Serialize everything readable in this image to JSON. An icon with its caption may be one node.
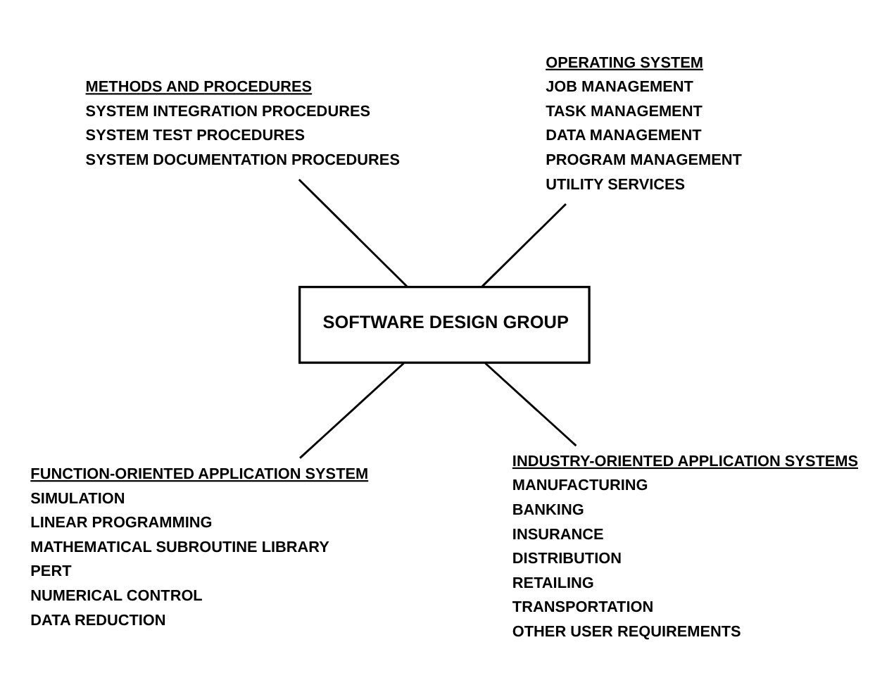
{
  "diagram": {
    "nodes": [
      {
        "text": [
          "SOFTWARE DESIGN GROUP"
        ]
      },
      {
        "text": [
          "METHODS AND PROCEDURES",
          "SYSTEM INTEGRATION PROCEDURES",
          "SYSTEM TEST PROCEDURES",
          "SYSTEM DOCUMENTATION PROCEDURES"
        ]
      },
      {
        "text": [
          "OPERATING SYSTEM",
          "JOB MANAGEMENT",
          "TASK MANAGEMENT",
          "DATA MANAGEMENT",
          "PROGRAM MANAGEMENT",
          "UTILITY SERVICES"
        ]
      },
      {
        "text": [
          "FUNCTION-ORIENTED APPLICATION SYSTEM",
          "SIMULATION",
          "LINEAR PROGRAMMING",
          "MATHEMATICAL SUBROUTINE LIBRARY",
          "PERT",
          "NUMERICAL CONTROL",
          "DATA REDUCTION"
        ]
      },
      {
        "text": [
          "INDUSTRY-ORIENTED APPLICATION SYSTEMS",
          "MANUFACTURING",
          "BANKING",
          "INSURANCE",
          "DISTRIBUTION",
          "RETAILING",
          "TRANSPORTATION",
          "OTHER USER REQUIREMENTS"
        ]
      }
    ],
    "edges": [
      {
        "from": 0,
        "to": 1,
        "arrow": "none"
      },
      {
        "from": 0,
        "to": 2,
        "arrow": "none"
      },
      {
        "from": 0,
        "to": 3,
        "arrow": "none"
      },
      {
        "from": 0,
        "to": 4,
        "arrow": "none"
      }
    ]
  }
}
